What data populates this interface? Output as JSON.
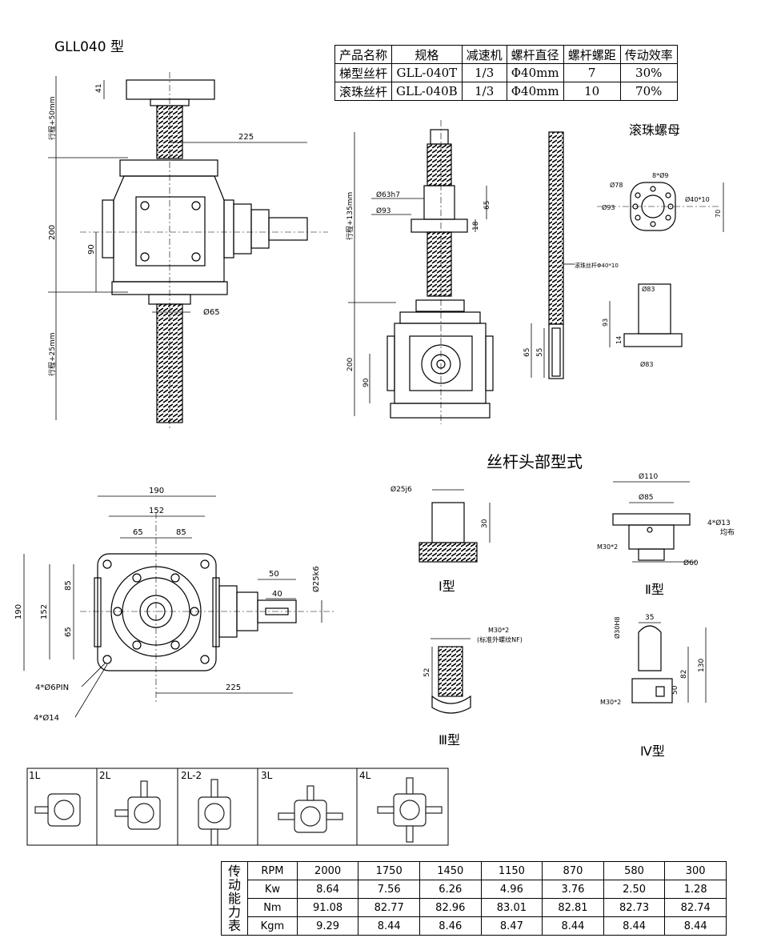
{
  "model_title": "GLL040 型",
  "spec_table": {
    "headers": [
      "产品名称",
      "规格",
      "减速机",
      "螺杆直径",
      "螺杆螺距",
      "传动效率"
    ],
    "rows": [
      [
        "梯型丝杆",
        "GLL-040T",
        "1/3",
        "Φ40mm",
        "7",
        "30%"
      ],
      [
        "滚珠丝杆",
        "GLL-040B",
        "1/3",
        "Φ40mm",
        "10",
        "70%"
      ]
    ]
  },
  "section_titles": {
    "ball_nut": "滚珠螺母",
    "screw_head_types": "丝杆头部型式"
  },
  "dims": {
    "d41": "41",
    "stroke_up": "行程+50mm",
    "d225a": "225",
    "d200a": "200",
    "d90a": "90",
    "phi65": "Ø65",
    "stroke_down": "行程+25mm",
    "phi63h7": "Ø63h7",
    "phi93": "Ø93",
    "d65": "65",
    "d18": "18",
    "stroke_135": "行程+135mm",
    "d200b": "200",
    "d90b": "90",
    "ball_screw": "滚珠丝杆Φ40*10",
    "d65b": "65",
    "d55": "55",
    "phi78": "Ø78",
    "holes_8x9": "8*Ø9",
    "phi40x10": "Ø40*10",
    "phi93b": "Ø93",
    "d70": "70",
    "phi83a": "Ø83",
    "d93": "93",
    "d14": "14",
    "phi83b": "Ø83",
    "d190top": "190",
    "d152top": "152",
    "d65h": "65",
    "d85h": "85",
    "d190left": "190",
    "d152left": "152",
    "d85v": "85",
    "d65v": "65",
    "d50": "50",
    "d40": "40",
    "phi25k6": "Ø25k6",
    "pin": "4*Ø6PIN",
    "d225b": "225",
    "holes14": "4*Ø14",
    "phi25j6": "Ø25j6",
    "d30": "30",
    "phi110": "Ø110",
    "phi85": "Ø85",
    "holes13": "4*Ø13",
    "evenly": "均布",
    "m30a": "M30*2",
    "phi60": "Ø60",
    "m30b": "M30*2",
    "std_thread": "(标准外螺纹NF)",
    "d52": "52",
    "phi30h8": "Ø30H8",
    "d35": "35",
    "d130": "130",
    "d82": "82",
    "d50b": "50",
    "m30c": "M30*2"
  },
  "head_types": [
    "Ⅰ型",
    "Ⅱ型",
    "Ⅲ型",
    "Ⅳ型"
  ],
  "layouts": [
    "1L",
    "2L",
    "2L-2",
    "3L",
    "4L"
  ],
  "perf_table": {
    "row_title": "传动能力表",
    "rows": [
      [
        "RPM",
        "2000",
        "1750",
        "1450",
        "1150",
        "870",
        "580",
        "300"
      ],
      [
        "Kw",
        "8.64",
        "7.56",
        "6.26",
        "4.96",
        "3.76",
        "2.50",
        "1.28"
      ],
      [
        "Nm",
        "91.08",
        "82.77",
        "82.96",
        "83.01",
        "82.81",
        "82.73",
        "82.74"
      ],
      [
        "Kgm",
        "9.29",
        "8.44",
        "8.46",
        "8.47",
        "8.44",
        "8.44",
        "8.44"
      ]
    ]
  }
}
